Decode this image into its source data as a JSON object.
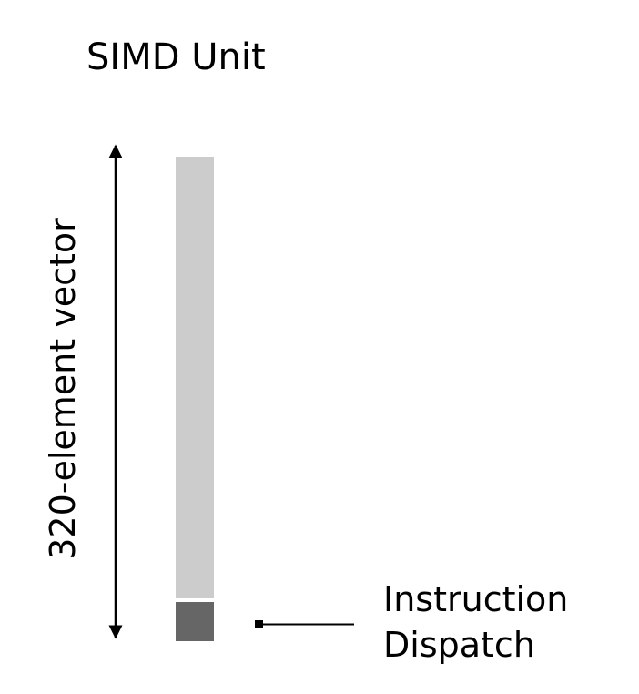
{
  "diagram": {
    "title": "SIMD Unit",
    "vector_label": "320-element vector",
    "dispatch_label_line1": "Instruction",
    "dispatch_label_line2": "Dispatch",
    "colors": {
      "vector_bar": "#cccccc",
      "dispatch_block": "#666666",
      "arrow": "#000000",
      "text": "#000000"
    }
  }
}
